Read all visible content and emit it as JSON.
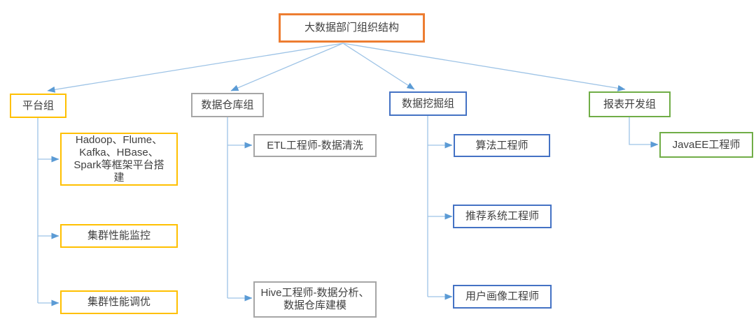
{
  "root": {
    "label": "大数据部门组织结构",
    "color": "#ED7D31"
  },
  "groups": [
    {
      "label": "平台组",
      "color": "#FFC000",
      "children": [
        "Hadoop、Flume、\nKafka、HBase、\nSpark等框架平台搭\n建",
        "集群性能监控",
        "集群性能调优"
      ]
    },
    {
      "label": "数据仓库组",
      "color": "#A6A6A6",
      "children": [
        "ETL工程师-数据清洗",
        "Hive工程师-数据分析、\n数据仓库建模"
      ]
    },
    {
      "label": "数据挖掘组",
      "color": "#4472C4",
      "children": [
        "算法工程师",
        "推荐系统工程师",
        "用户画像工程师"
      ]
    },
    {
      "label": "报表开发组",
      "color": "#70AD47",
      "children": [
        "JavaEE工程师"
      ]
    }
  ],
  "connector": {
    "line_color": "#9DC3E6",
    "arrow_color": "#5B9BD5"
  }
}
